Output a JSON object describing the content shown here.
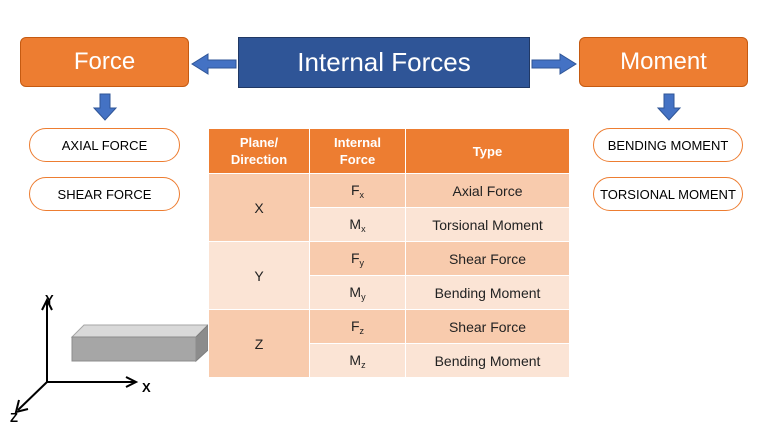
{
  "title": "Internal Forces",
  "force": {
    "label": "Force",
    "items": [
      "AXIAL FORCE",
      "SHEAR FORCE"
    ]
  },
  "moment": {
    "label": "Moment",
    "items": [
      "BENDING MOMENT",
      "TORSIONAL MOMENT"
    ]
  },
  "table": {
    "headers": {
      "plane": [
        "Plane/",
        "Direction"
      ],
      "force": [
        "Internal",
        "Force"
      ],
      "type": "Type"
    },
    "groups": [
      {
        "plane": "X",
        "rows": [
          {
            "symbol": "F",
            "sub": "x",
            "type": "Axial Force"
          },
          {
            "symbol": "M",
            "sub": "x",
            "type": "Torsional Moment"
          }
        ]
      },
      {
        "plane": "Y",
        "rows": [
          {
            "symbol": "F",
            "sub": "y",
            "type": "Shear Force"
          },
          {
            "symbol": "M",
            "sub": "y",
            "type": "Bending Moment"
          }
        ]
      },
      {
        "plane": "Z",
        "rows": [
          {
            "symbol": "F",
            "sub": "z",
            "type": "Shear Force"
          },
          {
            "symbol": "M",
            "sub": "z",
            "type": "Bending Moment"
          }
        ]
      }
    ]
  },
  "axes": {
    "x": "X",
    "y": "Y",
    "z": "Z"
  },
  "colors": {
    "orange": "#ED7D31",
    "blue": "#2F5597",
    "arrow_blue": "#4472C4",
    "cell_dark": "#F8CBAD",
    "cell_light": "#FBE4D5"
  }
}
